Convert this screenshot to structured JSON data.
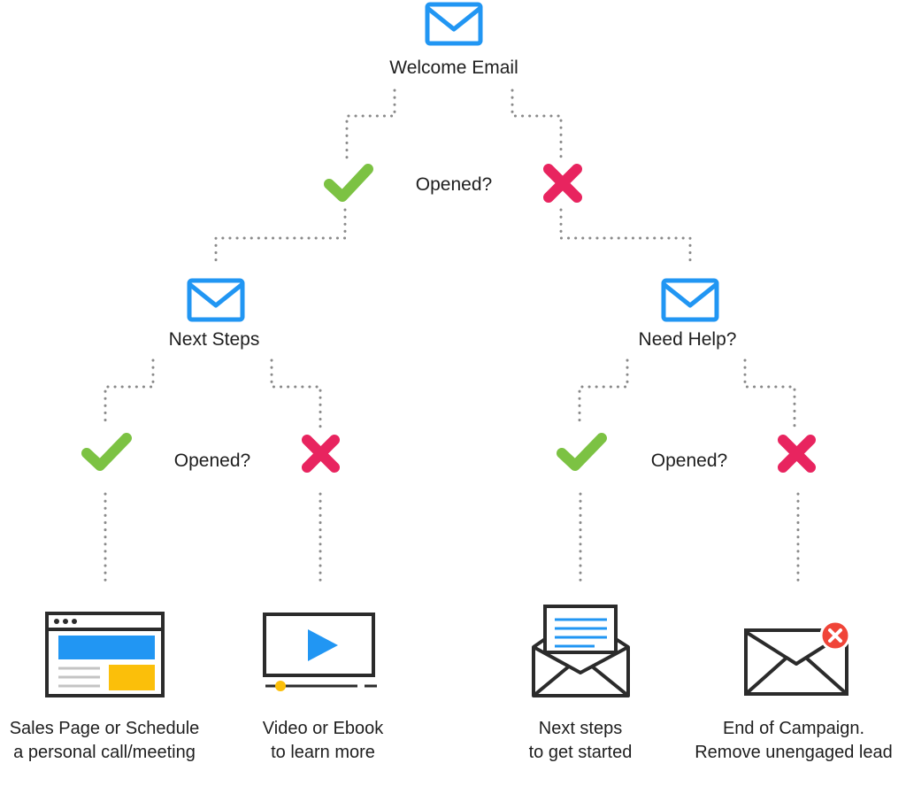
{
  "diagram": {
    "root": {
      "label": "Welcome Email",
      "icon": "envelope-icon"
    },
    "decision_top": {
      "label": "Opened?",
      "yes_icon": "check-icon",
      "no_icon": "cross-icon"
    },
    "left_branch": {
      "label": "Next Steps",
      "icon": "envelope-icon"
    },
    "right_branch": {
      "label": "Need Help?",
      "icon": "envelope-icon"
    },
    "decision_left": {
      "label": "Opened?"
    },
    "decision_right": {
      "label": "Opened?"
    },
    "outcomes": [
      {
        "line1": "Sales Page or Schedule",
        "line2": "a personal call/meeting",
        "icon": "webpage-icon"
      },
      {
        "line1": "Video or Ebook",
        "line2": "to learn more",
        "icon": "video-player-icon"
      },
      {
        "line1": "Next steps",
        "line2": "to get started",
        "icon": "open-envelope-icon"
      },
      {
        "line1": "End of Campaign.",
        "line2": "Remove unengaged lead",
        "icon": "envelope-x-icon"
      }
    ]
  },
  "colors": {
    "envelope": "#2196f3",
    "check": "#7cc243",
    "cross": "#e8245f",
    "dots": "#8a8a8a",
    "outline": "#2b2b2b",
    "accent_yellow": "#fbbf0a",
    "badge_red": "#f04438"
  }
}
